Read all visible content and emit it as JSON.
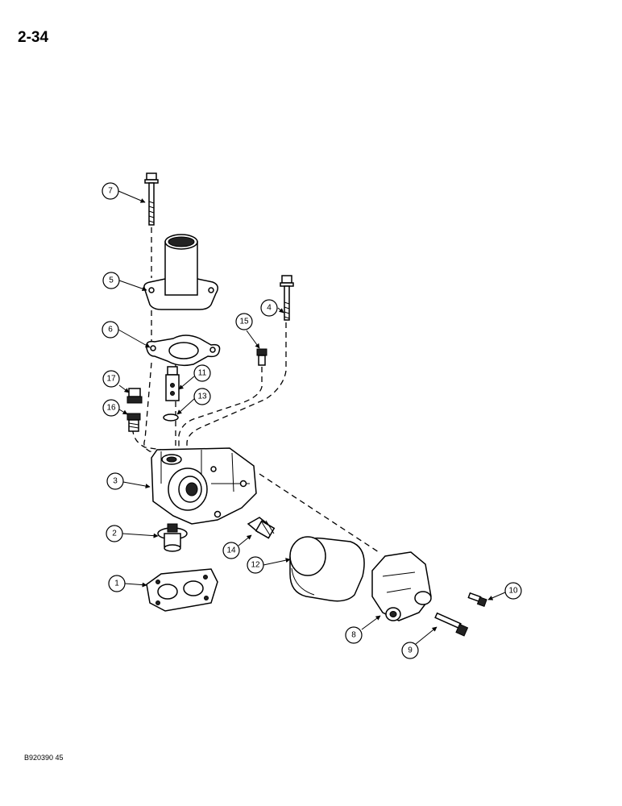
{
  "page_number": "2-34",
  "figure_code": "B920390 45",
  "callouts": {
    "c1": "1",
    "c2": "2",
    "c3": "3",
    "c4": "4",
    "c5": "5",
    "c6": "6",
    "c7": "7",
    "c8": "8",
    "c9": "9",
    "c10": "10",
    "c11": "11",
    "c12": "12",
    "c13": "13",
    "c14": "14",
    "c15": "15",
    "c16": "16",
    "c17": "17"
  }
}
